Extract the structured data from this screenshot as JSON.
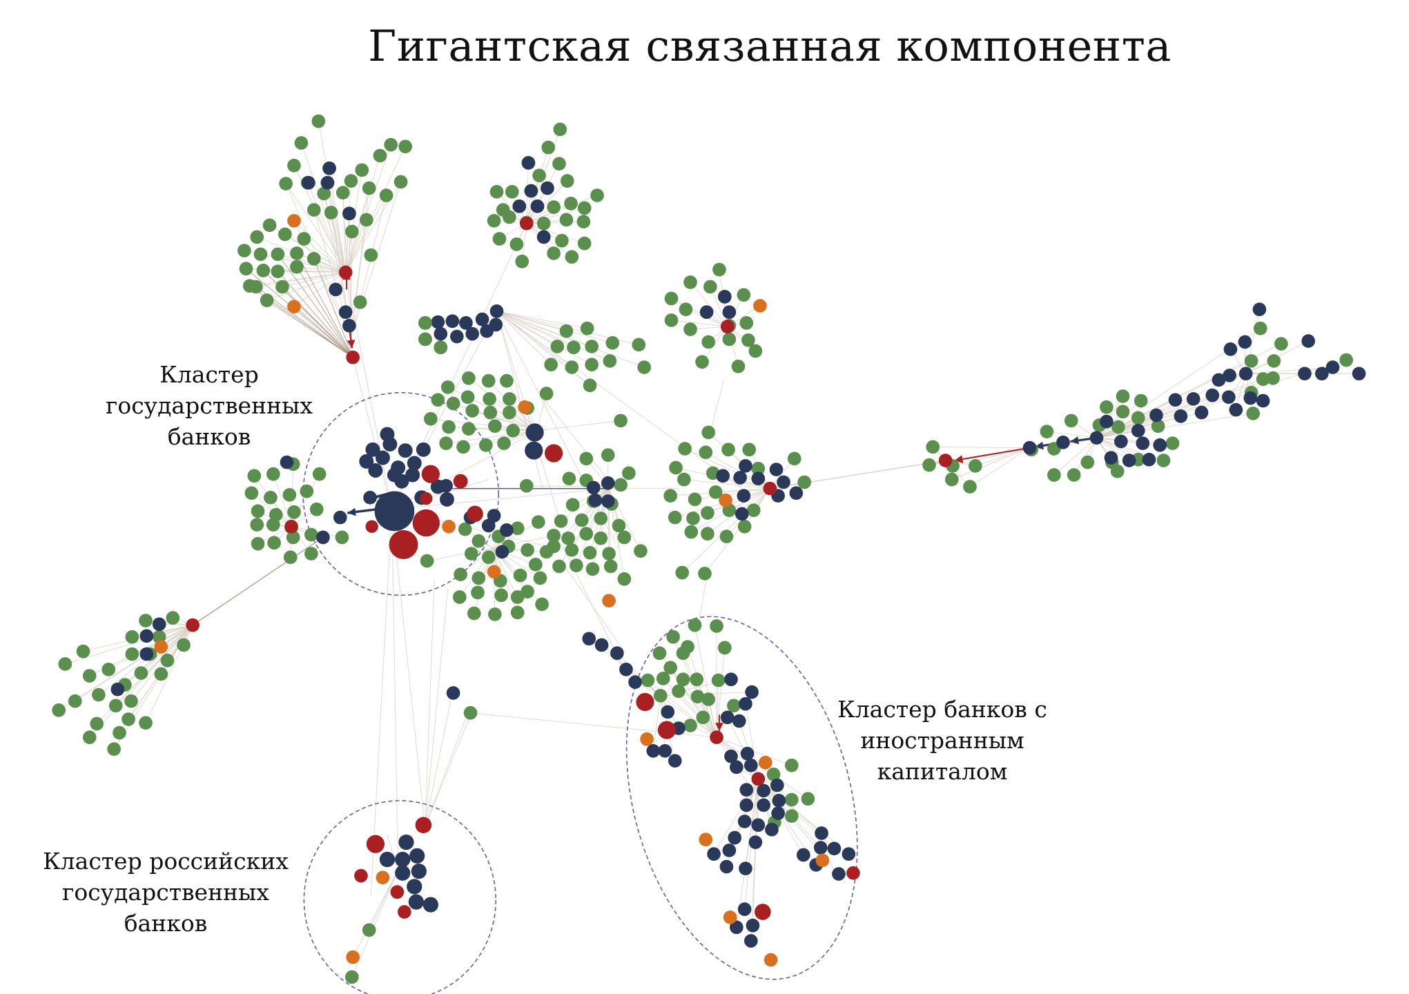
{
  "title": "Гигантская связанная компонента",
  "colors": {
    "green": "#5b8f4e",
    "navy": "#2a3859",
    "red": "#a82022",
    "orange": "#d9701f",
    "edge": "#d8cfc6",
    "edge_red": "#a98c7c",
    "ellipse": "#6a5aa6"
  },
  "clusters": {
    "state_banks": {
      "lines": [
        "Кластер государственных",
        "банков"
      ]
    },
    "foreign_capital": {
      "lines": [
        "Кластер банков с",
        "иностранным",
        "капиталом"
      ]
    },
    "russian_state": {
      "lines": [
        "Кластер российских",
        "государственных",
        "банков"
      ]
    }
  }
}
